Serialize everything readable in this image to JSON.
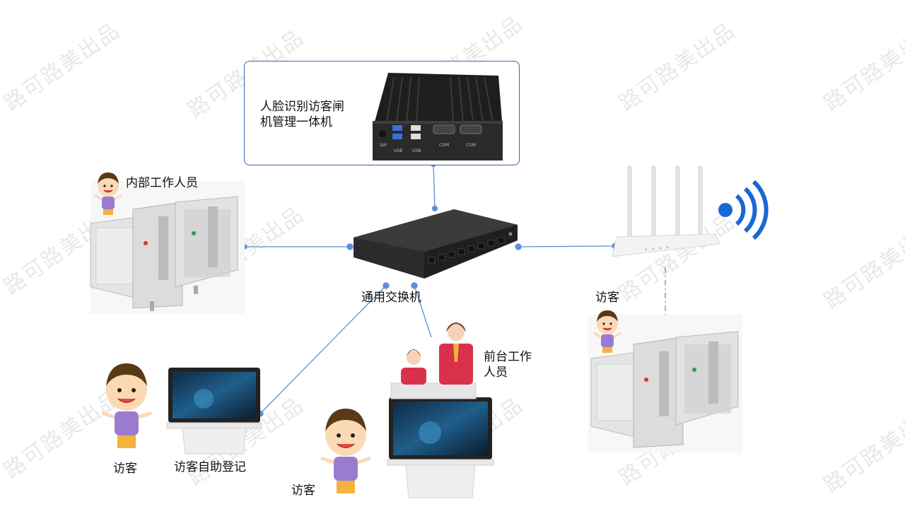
{
  "watermark": "路可路美出品",
  "colors": {
    "link": "#5b8fd9",
    "box_border": "#3a64a8",
    "device_dark": "#2b2b2b",
    "router_white": "#f2f2f2",
    "wifi_blue": "#1a66d6"
  },
  "nodes": {
    "pc": {
      "label": "人脸识别访客闸机管理一体机",
      "line1": "人脸识别访客闸",
      "line2": "机管理一体机",
      "port_labels": [
        "SW",
        "USB",
        "USB",
        "COM",
        "COM"
      ]
    },
    "switch": {
      "label": "通用交换机"
    },
    "staff_internal": {
      "label": "内部工作人员"
    },
    "visitor_right": {
      "label": "访客"
    },
    "front_desk": {
      "line1": "前台工作",
      "line2": "人员"
    },
    "visitor_left": {
      "label": "访客"
    },
    "kiosk": {
      "label": "访客自助登记"
    },
    "visitor_bottom": {
      "label": "访客"
    }
  }
}
